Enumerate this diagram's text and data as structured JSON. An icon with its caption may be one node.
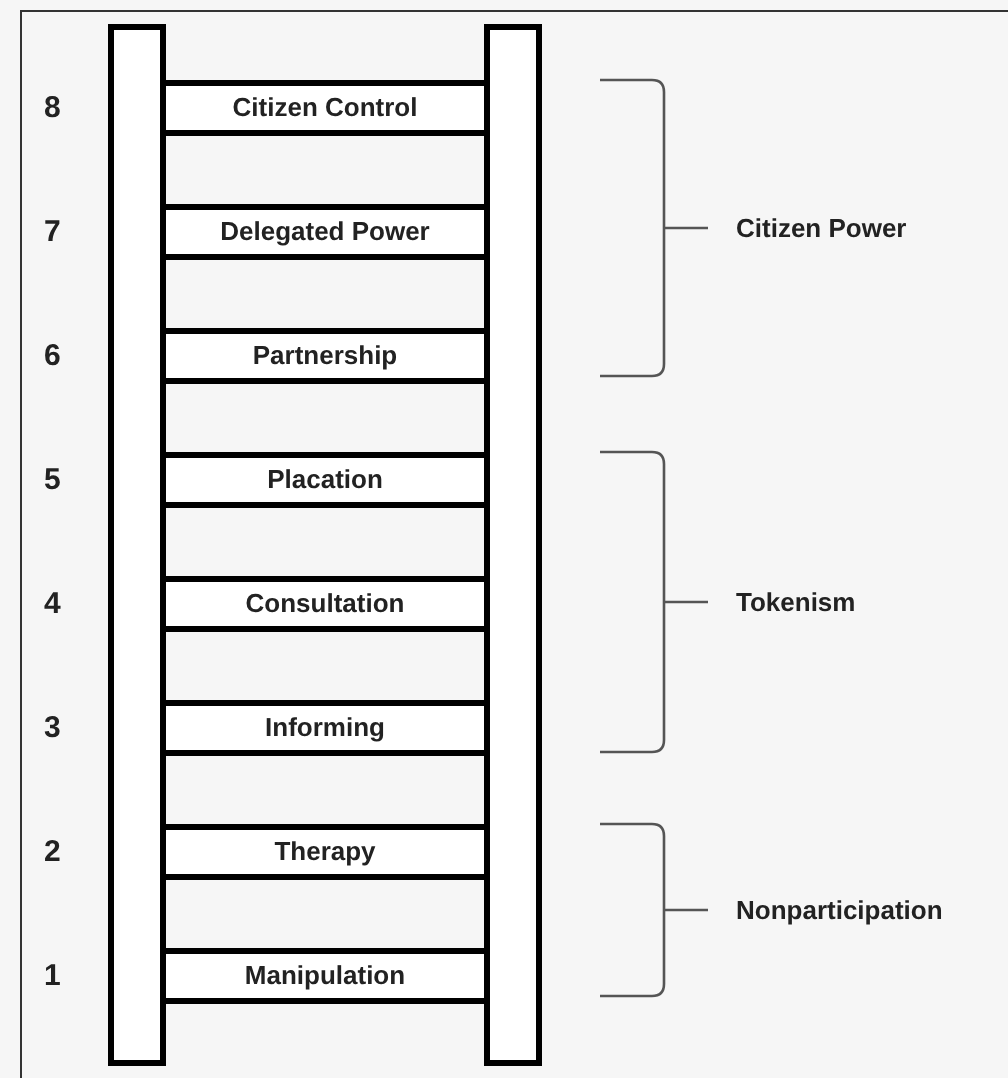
{
  "diagram": {
    "nodes": [
      {
        "text": [],
        "shape": "bar"
      },
      {
        "text": [],
        "shape": "bar"
      },
      {
        "text": [
          "Citizen Control"
        ]
      },
      {
        "text": [
          "Delegated Power"
        ]
      },
      {
        "text": [
          "Partnership"
        ]
      },
      {
        "text": [
          "Placation"
        ]
      },
      {
        "text": [
          "Consultation"
        ]
      },
      {
        "text": [
          "Informing"
        ]
      },
      {
        "text": [
          "Therapy"
        ]
      },
      {
        "text": [
          "Manipulation"
        ]
      }
    ],
    "labels": [
      "8",
      "7",
      "Citizen Power",
      "6",
      "5",
      "4",
      "Tokenism",
      "3",
      "2",
      "Nonparticipation",
      "1"
    ]
  }
}
